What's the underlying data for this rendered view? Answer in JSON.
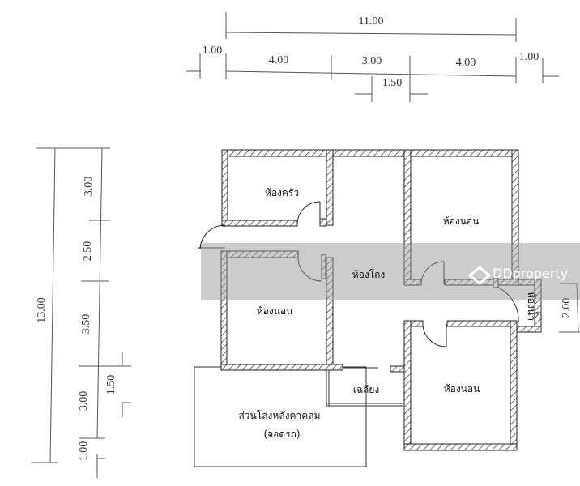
{
  "dimensions": {
    "top_total": "11.00",
    "top_segments": [
      "1.00",
      "4.00",
      "3.00",
      "4.00",
      "1.00"
    ],
    "top_offset": "1.50",
    "left_total": "13.00",
    "left_segments": [
      "3.00",
      "2.50",
      "3.50",
      "3.00",
      "1.00"
    ],
    "left_offset": "1.50",
    "right_bathroom": "2.00"
  },
  "rooms": {
    "kitchen": "ห้องครัว",
    "living": "ห้องโถง",
    "bedroom_top_right": "ห้องนอน",
    "bedroom_left": "ห้องนอน",
    "bedroom_bottom_right": "ห้องนอน",
    "bathroom": "ห้องน้ำ",
    "terrace": "เฉลียง",
    "carport_line1": "ส่วนโล่งหลังคาคลุม",
    "carport_line2": "(จอดรถ)"
  },
  "watermark": {
    "text": "DDproperty",
    "color": "#ffffff",
    "band_color": "#b9b9b9"
  }
}
